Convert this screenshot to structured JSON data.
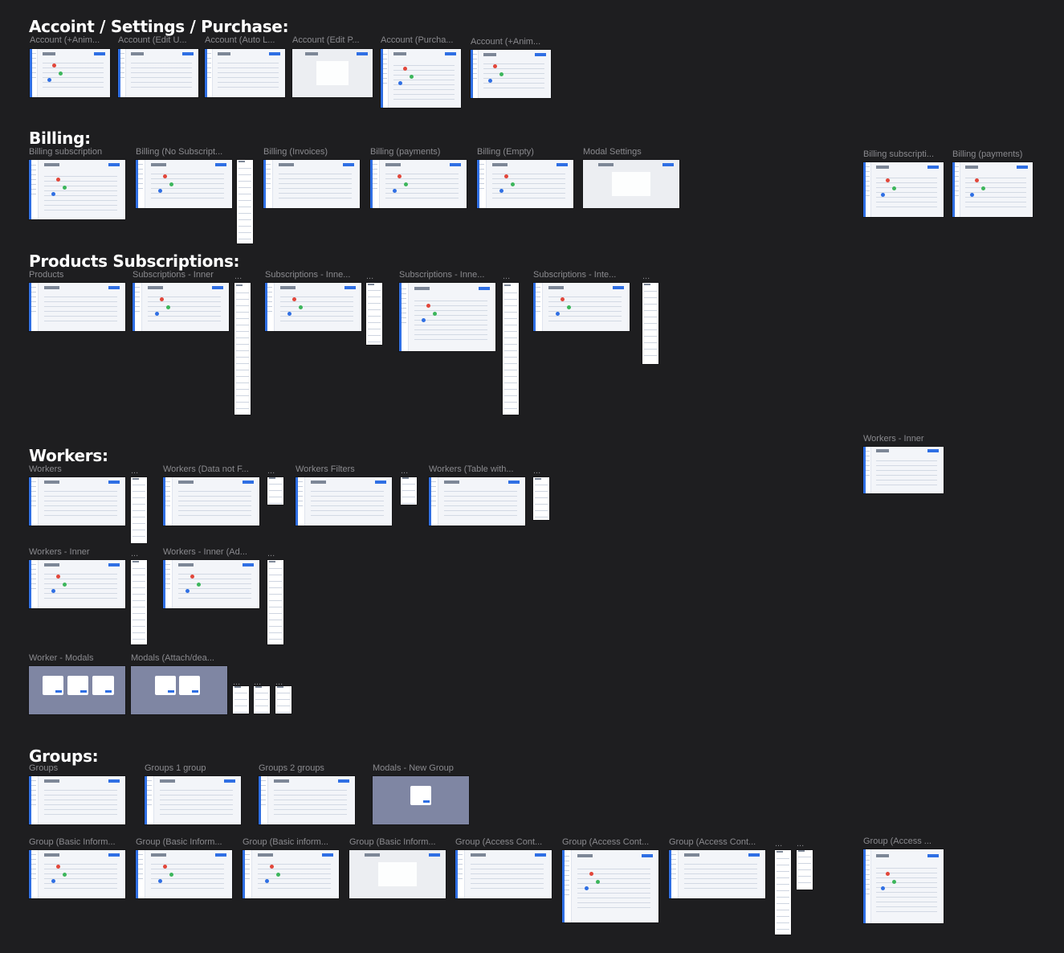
{
  "sections": {
    "account": "Accoint / Settings / Purchase:",
    "billing": "Billing:",
    "products": "Products Subscriptions:",
    "workers": "Workers:",
    "groups": "Groups:"
  },
  "labels": {
    "acc1": "Account (+Anim...",
    "acc2": "Account (Edit U...",
    "acc3": "Account (Auto L...",
    "acc4": "Account (Edit P...",
    "acc5": "Account (Purcha...",
    "acc6": "Account (+Anim...",
    "bil1": "Billing subscription",
    "bil2": "Billing (No Subscript...",
    "bil3": "Billing (Invoices)",
    "bil4": "Billing (payments)",
    "bil5": "Billing (Empty)",
    "bil6": "Modal Settings",
    "bil7": "Billing subscripti...",
    "bil8": "Billing (payments)",
    "pro1": "Products",
    "pro2": "Subscriptions - Inner",
    "pro3": "...",
    "pro4": "Subscriptions - Inne...",
    "pro5": "...",
    "pro6": "Subscriptions - Inne...",
    "pro7": "...",
    "pro8": "Subscriptions - Inte...",
    "pro9": "...",
    "wk1": "Workers",
    "wk2": "...",
    "wk3": "Workers (Data not F...",
    "wk4": "...",
    "wk5": "Workers Filters",
    "wk6": "...",
    "wk7": "Workers (Table with...",
    "wk8": "...",
    "wk9": "Workers - Inner",
    "wk10": "Workers - Inner",
    "wk11": "...",
    "wk12": "Workers - Inner (Ad...",
    "wk13": "...",
    "wk14": "Worker - Modals",
    "wk15": "Modals (Attach/dea...",
    "wk16": "...",
    "wk17": "...",
    "wk18": "...",
    "gr1": "Groups",
    "gr2": "Groups 1 group",
    "gr3": "Groups 2 groups",
    "gr4": "Modals - New Group",
    "gr5": "Group (Basic Inform...",
    "gr6": "Group (Basic Inform...",
    "gr7": "Group (Basic inform...",
    "gr8": "Group (Basic Inform...",
    "gr9": "Group (Access Cont...",
    "gr10": "Group (Access Cont...",
    "gr11": "Group (Access Cont...",
    "gr12": "...",
    "gr13": "...",
    "gr14": "Group (Access ..."
  }
}
